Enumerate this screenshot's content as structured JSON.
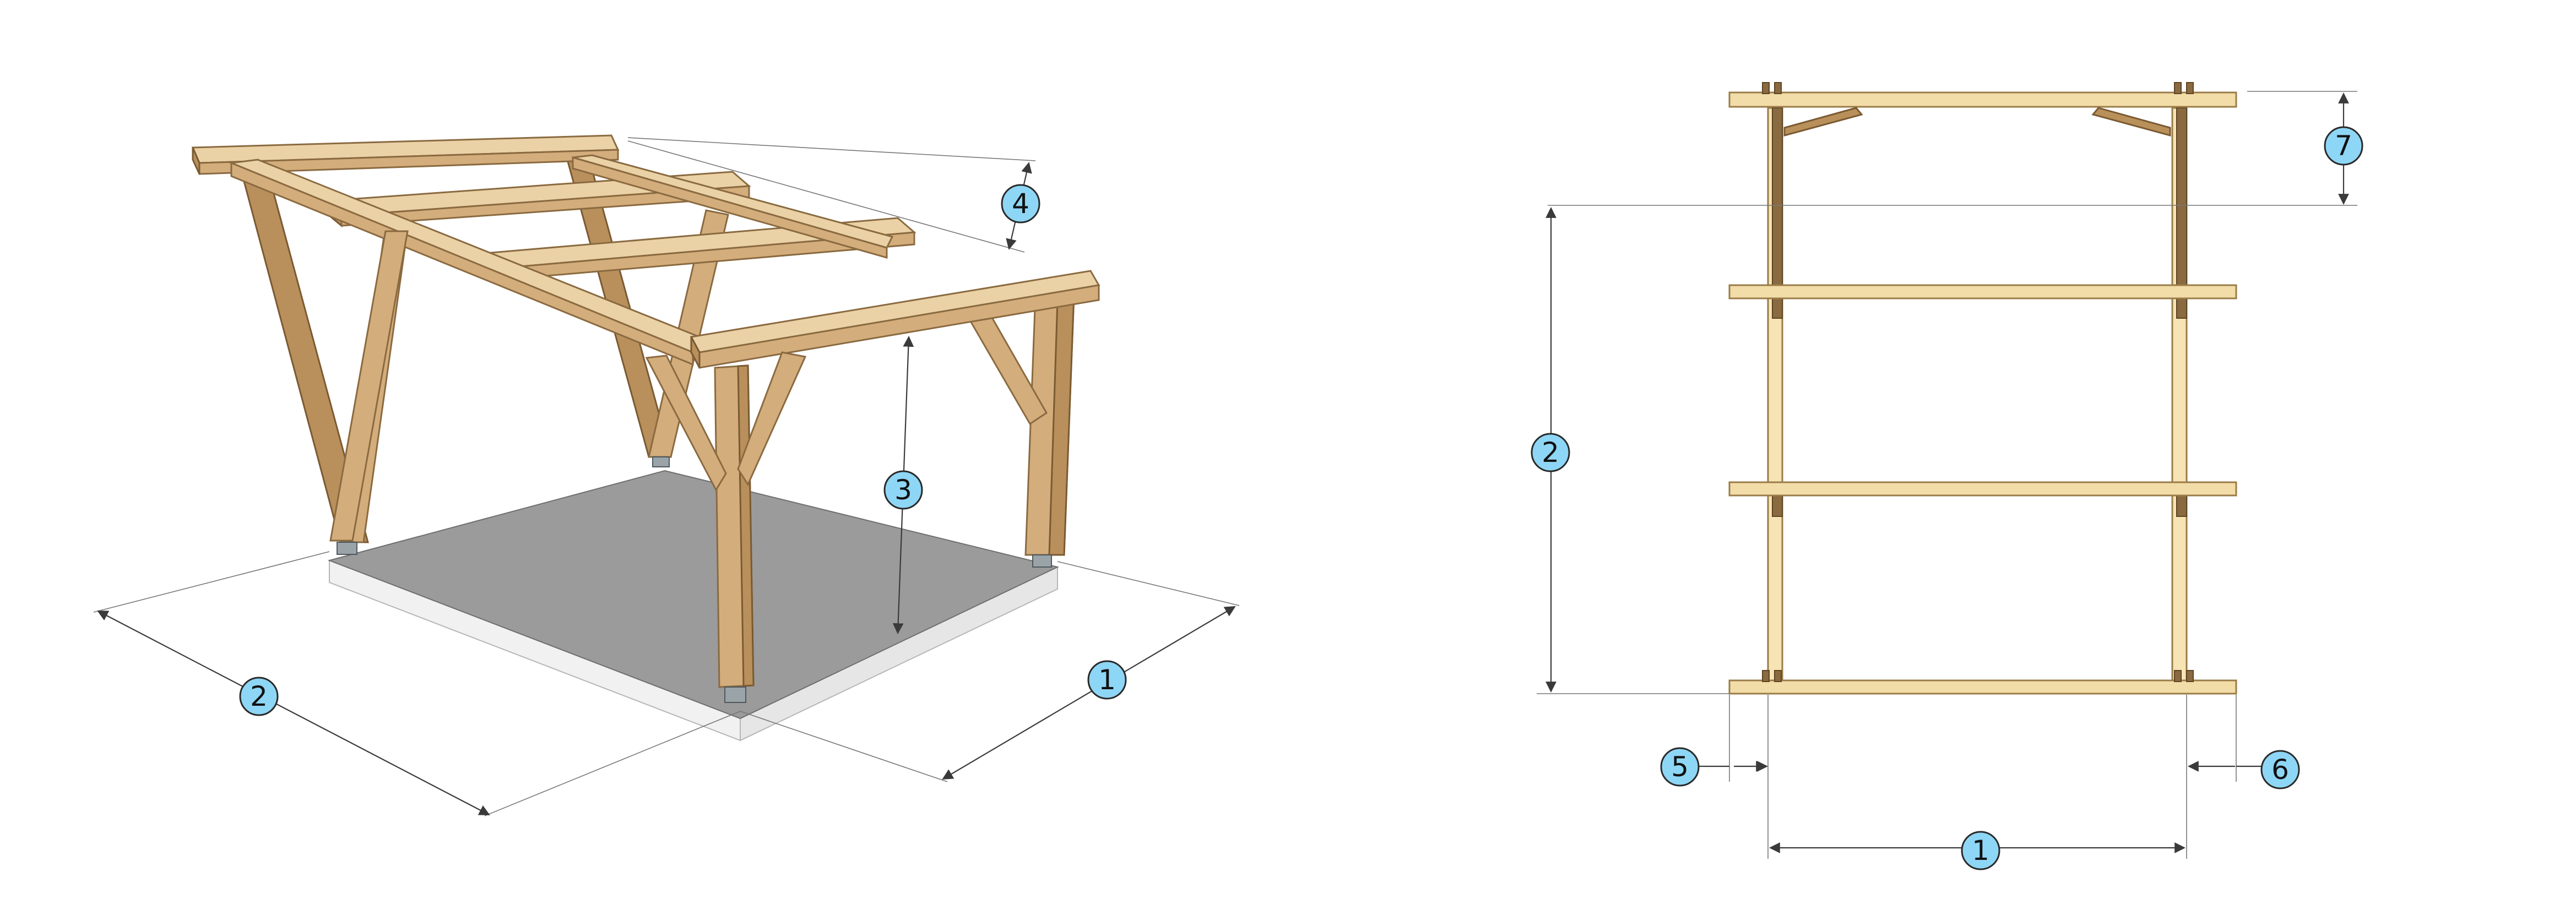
{
  "figure": {
    "views": [
      "perspective-view",
      "front-elevation-view"
    ]
  },
  "perspective_view": {
    "callouts": [
      "1",
      "2",
      "3",
      "4"
    ]
  },
  "front_view": {
    "callouts": [
      "1",
      "2",
      "5",
      "6",
      "7"
    ]
  },
  "colors": {
    "badge_fill": "#8ed6f5",
    "timber": "#d4ad7c",
    "slab_top": "#9b9b9b",
    "slab_side": "#f1f1f1"
  }
}
